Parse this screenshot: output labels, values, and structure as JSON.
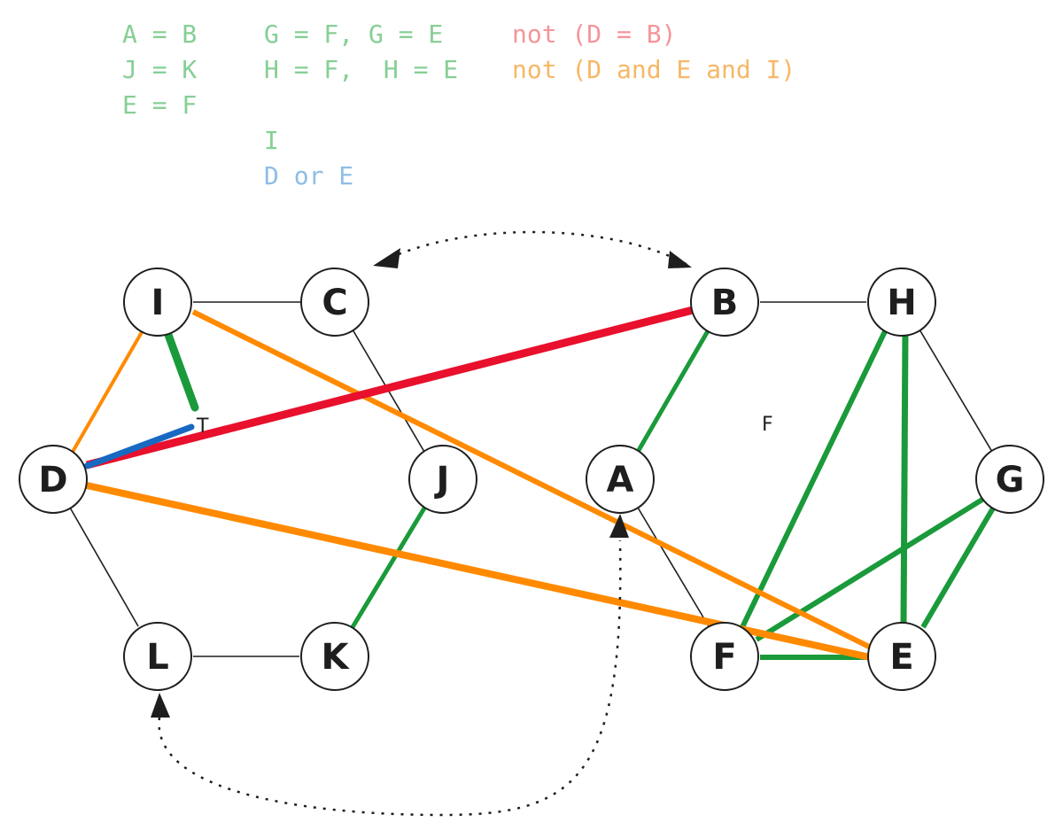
{
  "colors": {
    "constraint_green": "#86cf95",
    "constraint_blue": "#8ebde6",
    "constraint_red": "#f4959b",
    "constraint_orange": "#f7b766",
    "edge_black": "#1e1e1e",
    "edge_green": "#1a9a3a",
    "edge_red": "#e8102c",
    "edge_orange": "#ff8a00",
    "edge_blue": "#1769c2",
    "node_fill": "#ffffff"
  },
  "constraints": {
    "c1": "A = B",
    "c2": "J = K",
    "c3": "E = F",
    "c4": "G = F, G = E",
    "c5": "H = F,  H = E",
    "c6": "I",
    "c7": "D or E",
    "c8": "not (D = B)",
    "c9": "not (D and E and I)"
  },
  "nodes": {
    "I": "I",
    "C": "C",
    "D": "D",
    "J": "J",
    "L": "L",
    "K": "K",
    "B": "B",
    "H": "H",
    "A": "A",
    "G": "G",
    "F": "F",
    "E": "E"
  },
  "annotations": {
    "t_label": "T",
    "f_label": "F"
  },
  "edges": [
    {
      "from": "I",
      "to": "C",
      "color": "black"
    },
    {
      "from": "I",
      "to": "D",
      "color": "orange"
    },
    {
      "from": "D",
      "to": "L",
      "color": "black"
    },
    {
      "from": "L",
      "to": "K",
      "color": "black"
    },
    {
      "from": "K",
      "to": "J",
      "color": "green"
    },
    {
      "from": "C",
      "to": "J",
      "color": "black"
    },
    {
      "from": "D",
      "to": "B",
      "color": "red"
    },
    {
      "from": "D",
      "to": "E",
      "color": "orange"
    },
    {
      "from": "I",
      "to": "E",
      "color": "orange"
    },
    {
      "from": "B",
      "to": "H",
      "color": "black"
    },
    {
      "from": "B",
      "to": "A",
      "color": "green"
    },
    {
      "from": "A",
      "to": "F",
      "color": "black"
    },
    {
      "from": "H",
      "to": "G",
      "color": "black"
    },
    {
      "from": "H",
      "to": "F",
      "color": "green"
    },
    {
      "from": "H",
      "to": "E",
      "color": "green"
    },
    {
      "from": "G",
      "to": "E",
      "color": "green"
    },
    {
      "from": "G",
      "to": "F",
      "color": "green"
    },
    {
      "from": "F",
      "to": "E",
      "color": "green"
    }
  ]
}
